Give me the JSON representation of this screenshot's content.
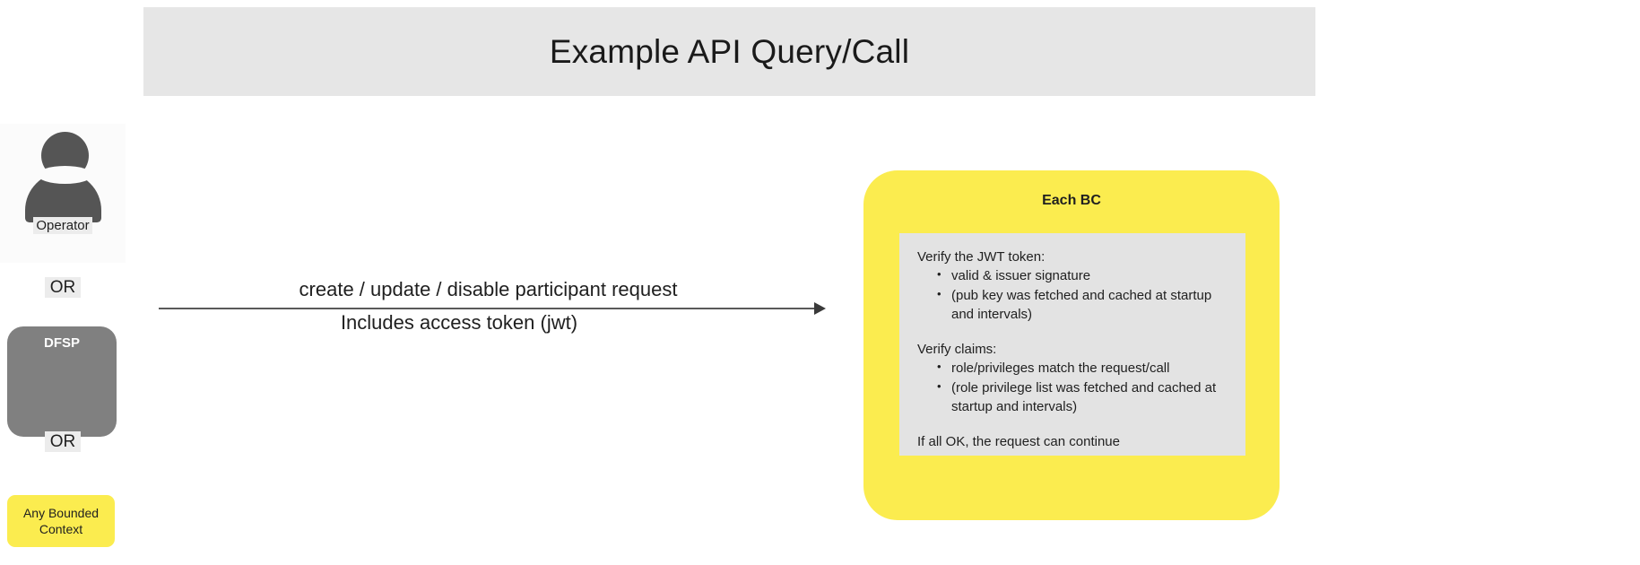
{
  "header": {
    "title": "Example API Query/Call"
  },
  "actors": {
    "operator": {
      "icon": "person-icon",
      "label": "Operator"
    },
    "or_1": "OR",
    "dfsp": {
      "label": "DFSP"
    },
    "or_2": "OR",
    "any_bounded_context": {
      "label": "Any Bounded Context"
    }
  },
  "arrow": {
    "label_top": "create / update / disable participant request",
    "label_bottom": "Includes access token (jwt)"
  },
  "each_bc": {
    "title": "Each BC",
    "note": {
      "section_1": {
        "heading": "Verify the JWT token:",
        "bullets": [
          "valid & issuer signature",
          "(pub key was fetched and cached at startup and intervals)"
        ]
      },
      "section_2": {
        "heading": "Verify claims:",
        "bullets": [
          "role/privileges match the request/call",
          "(role privilege list was fetched and cached at startup and intervals)"
        ]
      },
      "section_3": {
        "heading": "If all OK, the request can continue"
      }
    }
  },
  "colors": {
    "banner_bg": "#e6e6e6",
    "yellow": "#fbec4f",
    "gray_actor": "#808080",
    "note_bg": "#e3e3e3",
    "icon_gray": "#555555"
  }
}
